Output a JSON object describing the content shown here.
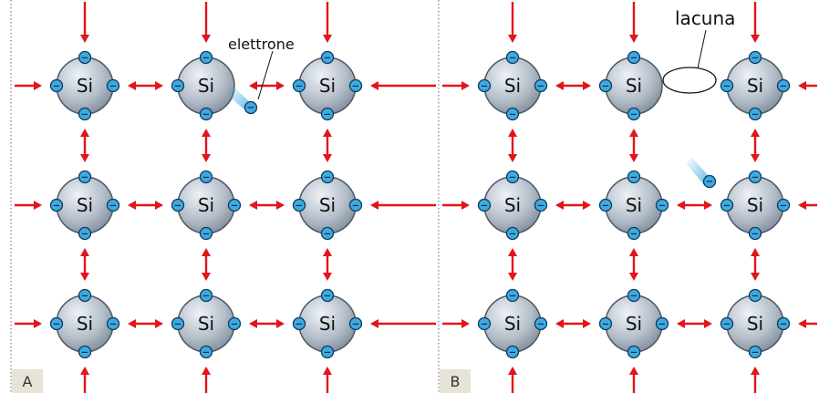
{
  "panels": [
    {
      "label": "A",
      "atom_label": "Si",
      "callout": "elettrone"
    },
    {
      "label": "B",
      "atom_label": "Si",
      "callout": "lacuna"
    }
  ],
  "electron_sign": "−",
  "colors": {
    "bond_arrow": "#e3141b",
    "electron_fill": "#3fa9e0",
    "electron_stroke": "#0b3a5c",
    "atom_light": "#eef2f6",
    "atom_dark": "#7d8a98",
    "atom_stroke": "#4d5966",
    "panel_tag_bg": "#e7e3d6",
    "divider": "#666666"
  }
}
